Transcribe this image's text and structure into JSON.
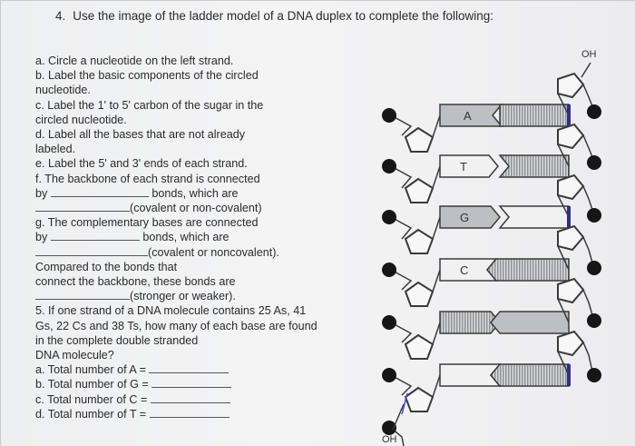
{
  "question": {
    "number": "4.",
    "title": "Use the image of the ladder model of a DNA duplex to complete the following:"
  },
  "instructions": [
    "a. Circle a nucleotide on the left strand.",
    "b. Label the basic components of the circled",
    "nucleotide.",
    "c. Label the 1' to 5' carbon of the sugar in the",
    "circled nucleotide.",
    "d. Label all the bases that are not already",
    "labeled.",
    "e. Label the 5' and 3' ends of each strand.",
    "f. The backbone of each strand is connected"
  ],
  "fill_f": {
    "prefix": "by",
    "suffix": "bonds, which are",
    "hint": "(covalent or non-covalent)"
  },
  "fill_g": {
    "line1": "g. The complementary bases are connected",
    "prefix": "by",
    "suffix": "bonds, which are",
    "hint": "(covalent or noncovalent)."
  },
  "compare": {
    "line1": "Compared to the bonds that",
    "line2": "connect the backbone, these bonds are",
    "hint": "(stronger or weaker)."
  },
  "q5": [
    "5. If one strand of a DNA molecule contains 25 As, 41",
    "Gs, 22 Cs and 38 Ts, how many of each base are found",
    "in the complete double stranded",
    "DNA molecule?"
  ],
  "totals": [
    "a. Total number of A =",
    "b. Total number of G =",
    "c. Total number of C =",
    "d. Total number of T ="
  ],
  "diagram": {
    "oh_top": "OH",
    "oh_bottom": "OH",
    "base_labels": [
      "A",
      "T",
      "G",
      "C"
    ],
    "colors": {
      "bar_fill": "#bcc0c5",
      "hatch_fill": "#d9dbdd",
      "phosphate": "#161616",
      "line": "#3a3a3a",
      "blue_bar": "#2d2f8f",
      "highlight_blue": "#3b53d8"
    }
  }
}
